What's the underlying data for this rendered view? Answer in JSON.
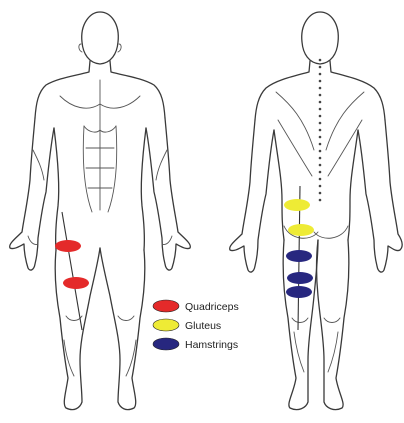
{
  "legend": [
    {
      "id": "quadriceps",
      "label": "Quadriceps",
      "color": "#e42a2a"
    },
    {
      "id": "gluteus",
      "label": "Gluteus",
      "color": "#eeeb35"
    },
    {
      "id": "hamstrings",
      "label": "Hamstrings",
      "color": "#27277f"
    }
  ],
  "figures": {
    "front": {
      "view": "anterior",
      "markers": [
        "quadriceps",
        "quadriceps"
      ]
    },
    "back": {
      "view": "posterior",
      "markers": [
        "gluteus",
        "gluteus",
        "hamstrings",
        "hamstrings",
        "hamstrings"
      ]
    }
  }
}
